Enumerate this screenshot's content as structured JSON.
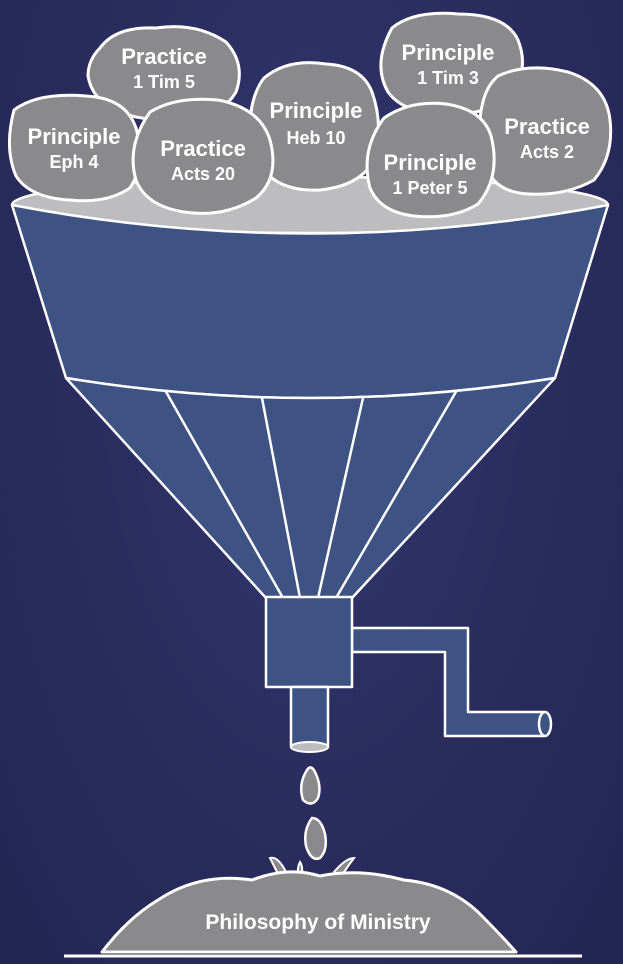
{
  "diagram": {
    "rocks": [
      {
        "title": "Practice",
        "ref": "1 Tim 5"
      },
      {
        "title": "Principle",
        "ref": "1 Tim 3"
      },
      {
        "title": "Principle",
        "ref": "Heb 10"
      },
      {
        "title": "Practice",
        "ref": "Acts 2"
      },
      {
        "title": "Principle",
        "ref": "Eph 4"
      },
      {
        "title": "Practice",
        "ref": "Acts 20"
      },
      {
        "title": "Principle",
        "ref": "1 Peter 5"
      }
    ],
    "output_label": "Philosophy of Ministry"
  },
  "colors": {
    "background": "#2a2c5e",
    "funnel": "#3e5283",
    "rock": "#8a8a8c",
    "outline": "#ffffff"
  }
}
